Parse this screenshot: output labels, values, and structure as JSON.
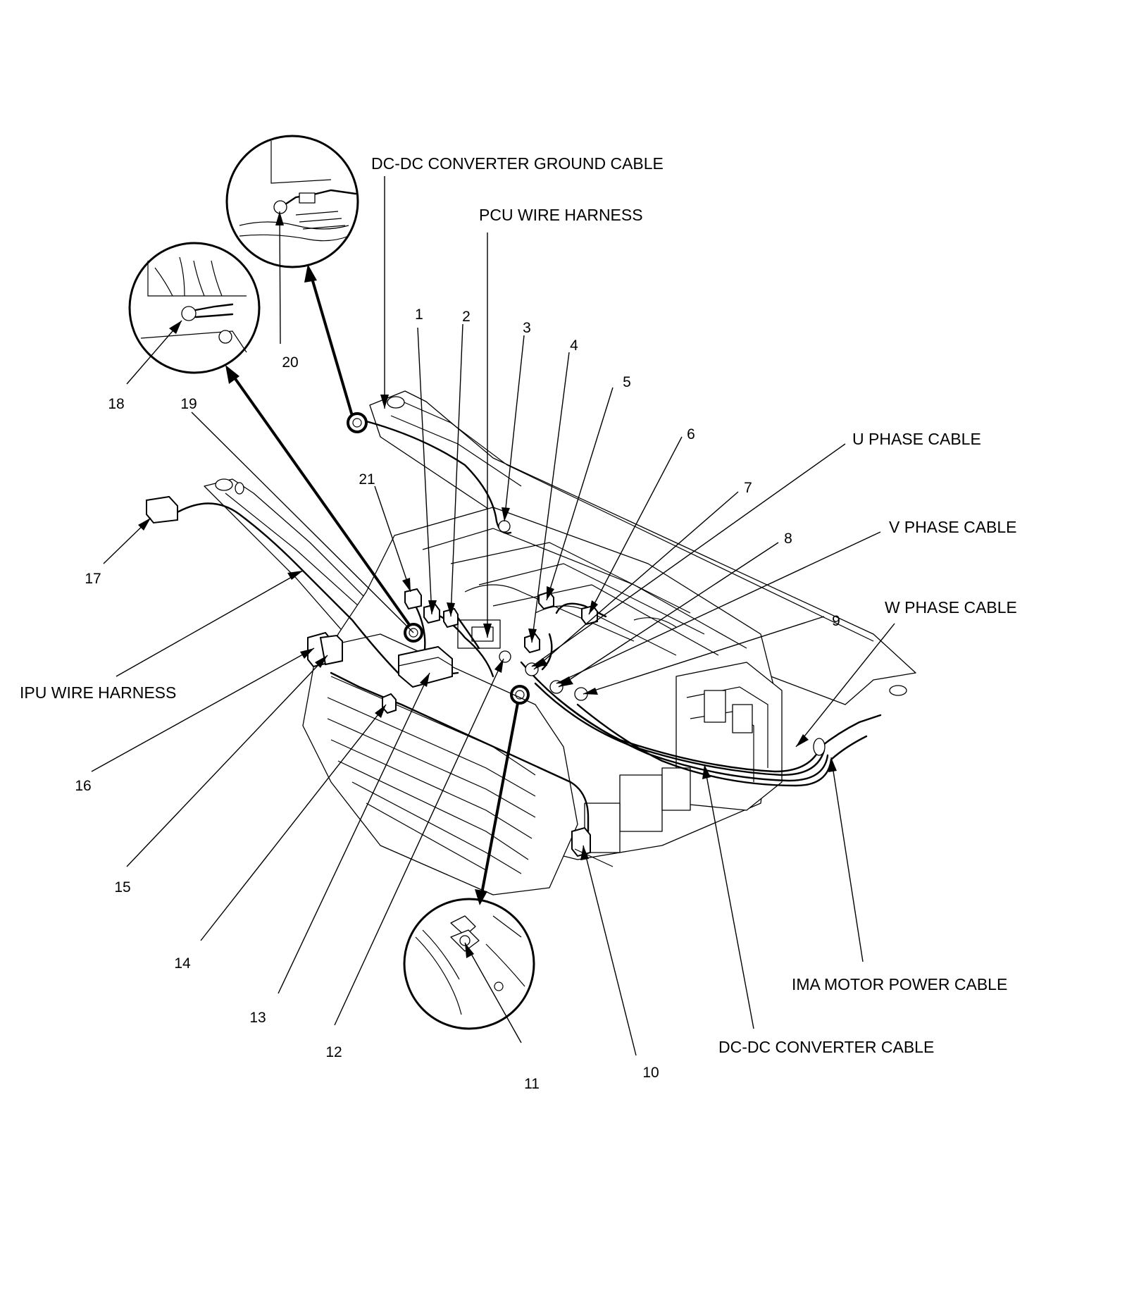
{
  "labels": {
    "dc_dc_converter_ground_cable": "DC-DC CONVERTER GROUND CABLE",
    "pcu_wire_harness": "PCU WIRE HARNESS",
    "u_phase_cable": "U PHASE CABLE",
    "v_phase_cable": "V PHASE CABLE",
    "w_phase_cable": "W PHASE CABLE",
    "ipu_wire_harness": "IPU WIRE HARNESS",
    "ima_motor_power_cable": "IMA MOTOR POWER CABLE",
    "dc_dc_converter_cable": "DC-DC CONVERTER CABLE"
  },
  "callouts": [
    "1",
    "2",
    "3",
    "4",
    "5",
    "6",
    "7",
    "8",
    "9",
    "10",
    "11",
    "12",
    "13",
    "14",
    "15",
    "16",
    "17",
    "18",
    "19",
    "20",
    "21"
  ]
}
